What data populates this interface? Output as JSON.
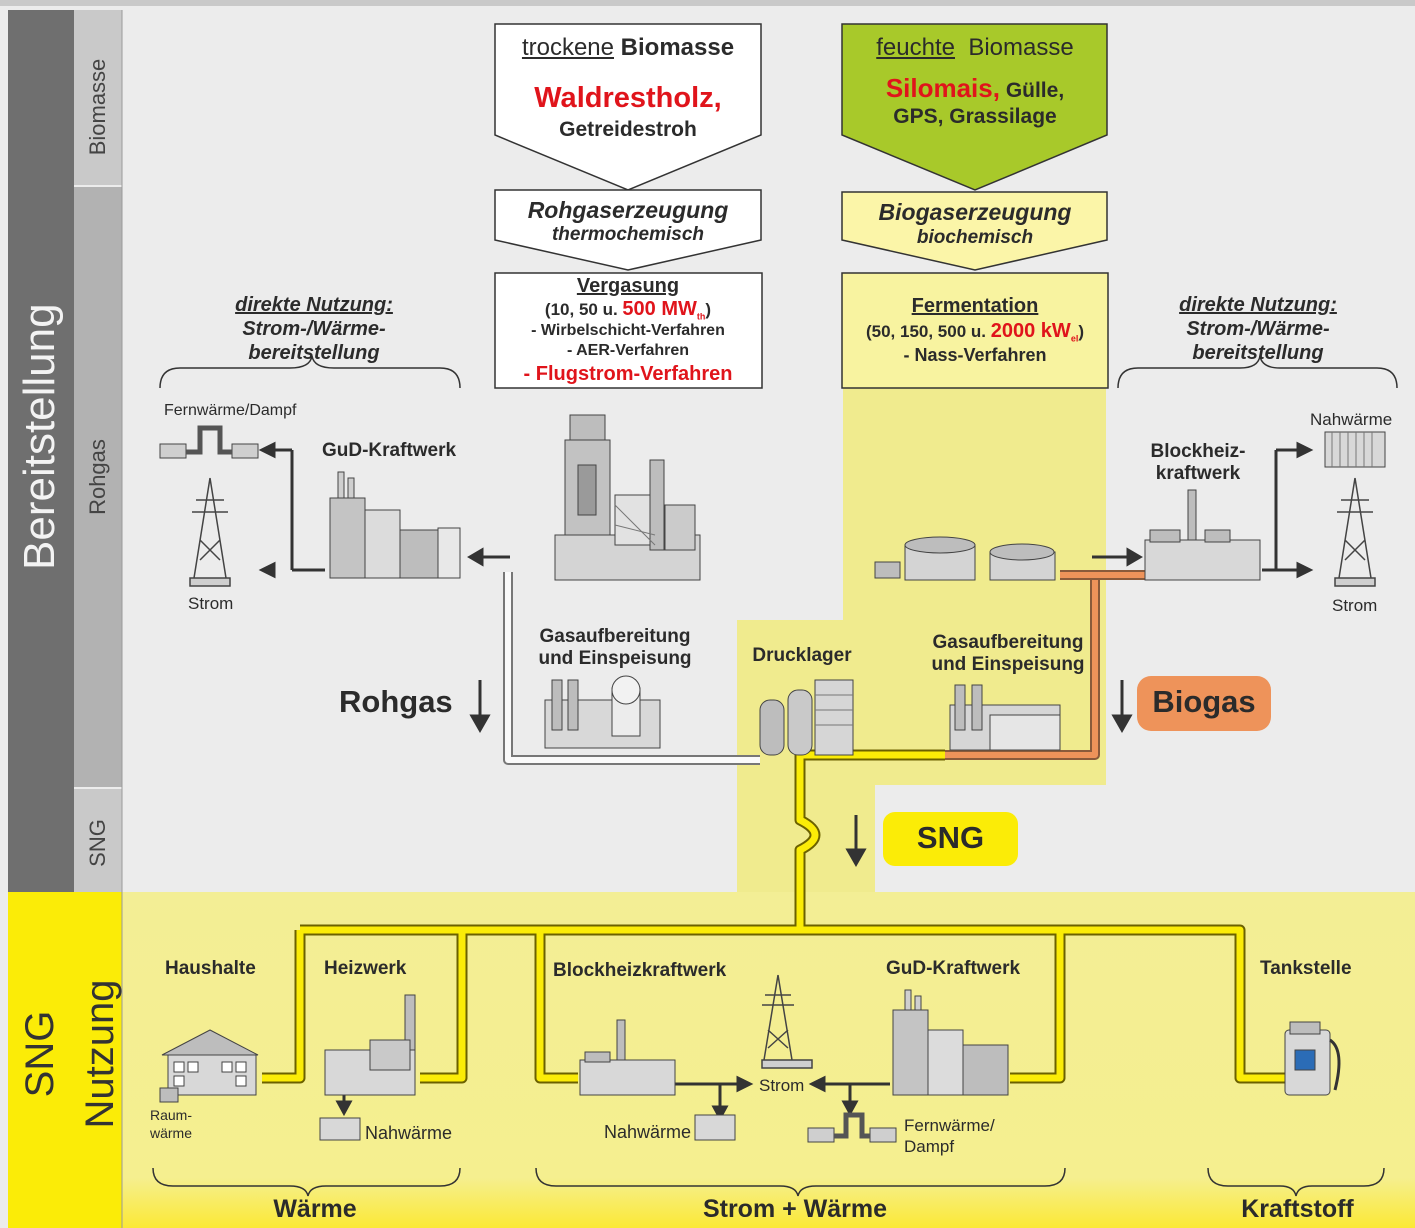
{
  "side_labels": {
    "bereitstellung": "Bereitstellung",
    "sng_nutzung_1": "SNG",
    "sng_nutzung_2": "Nutzung",
    "row_biomasse": "Biomasse",
    "row_rohgas": "Rohgas",
    "row_sng": "SNG"
  },
  "dry": {
    "title_u": "trockene",
    "title_rest": "Biomasse",
    "main": "Waldrestholz,",
    "sub": "Getreidestroh",
    "process_title": "Rohgaserzeugung",
    "process_sub": "thermochemisch",
    "detail_title": "Vergasung",
    "detail_capacity_pre": "(10, 50 u.",
    "detail_capacity_val": "500 MW",
    "detail_capacity_sub": "th",
    "detail_capacity_post": ")",
    "detail_line1": "- Wirbelschicht-Verfahren",
    "detail_line2": "- AER-Verfahren",
    "detail_line3": "- Flugstrom-Verfahren"
  },
  "wet": {
    "title_u": "feuchte",
    "title_rest": "Biomasse",
    "main": "Silomais,",
    "main_rest": "Gülle,",
    "sub": "GPS, Grassilage",
    "process_title": "Biogaserzeugung",
    "process_sub": "biochemisch",
    "detail_title": "Fermentation",
    "detail_capacity_pre": "(50, 150, 500 u.",
    "detail_capacity_val": "2000 kW",
    "detail_capacity_sub": "el",
    "detail_capacity_post": ")",
    "detail_line1": "- Nass-Verfahren"
  },
  "left_direct": {
    "l1": "direkte Nutzung:",
    "l2": "Strom-/Wärme-",
    "l3": "bereitstellung",
    "fernwaerme": "Fernwärme/Dampf",
    "strom": "Strom",
    "plant": "GuD-Kraftwerk"
  },
  "right_direct": {
    "l1": "direkte Nutzung:",
    "l2": "Strom-/Wärme-",
    "l3": "bereitstellung",
    "nahwaerme": "Nahwärme",
    "strom": "Strom",
    "plant_l1": "Blockheiz-",
    "plant_l2": "kraftwerk"
  },
  "middle": {
    "gas_left_l1": "Gasaufbereitung",
    "gas_left_l2": "und Einspeisung",
    "drucklager": "Drucklager",
    "gas_right_l1": "Gasaufbereitung",
    "gas_right_l2": "und Einspeisung",
    "rohgas": "Rohgas",
    "biogas": "Biogas",
    "sng": "SNG"
  },
  "usage": {
    "haushalte": "Haushalte",
    "heizwerk": "Heizwerk",
    "bhkw": "Blockheizkraftwerk",
    "gud": "GuD-Kraftwerk",
    "tankstelle": "Tankstelle",
    "raum_l1": "Raum-",
    "raum_l2": "wärme",
    "nahwaerme_heiz": "Nahwärme",
    "nahwaerme_bhkw": "Nahwärme",
    "strom": "Strom",
    "fern_l1": "Fernwärme/",
    "fern_l2": "Dampf",
    "cat_waerme": "Wärme",
    "cat_strom_waerme": "Strom + Wärme",
    "cat_kraftstoff": "Kraftstoff"
  },
  "colors": {
    "yellow_pale": "#f0eb8e",
    "yellow_bright": "#fbec07",
    "green": "#a8c92a",
    "orange": "#ee935a",
    "red": "#e0141b",
    "gray_bg": "#ececec"
  }
}
